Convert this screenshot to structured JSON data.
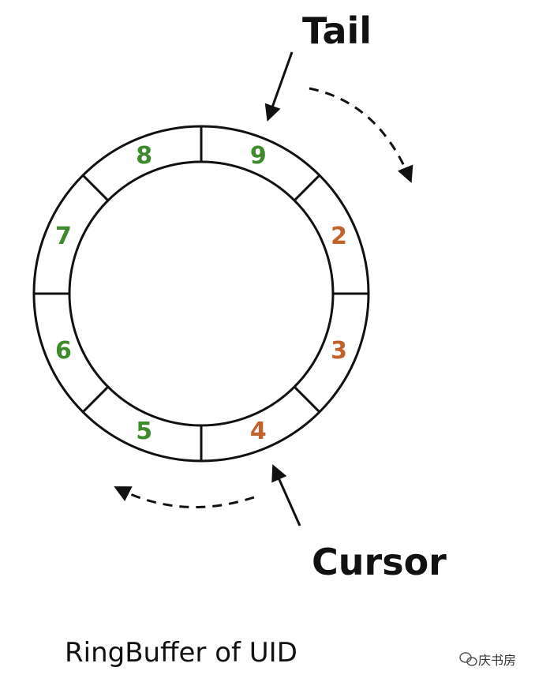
{
  "labels": {
    "tail": "Tail",
    "cursor": "Cursor",
    "caption": "RingBuffer of UID",
    "watermark": "庆书房"
  },
  "ring": {
    "slots": [
      {
        "text": "9",
        "color": "#3f8a2d"
      },
      {
        "text": "2",
        "color": "#c0622a"
      },
      {
        "text": "3",
        "color": "#c0622a"
      },
      {
        "text": "4",
        "color": "#c0622a"
      },
      {
        "text": "5",
        "color": "#3f8a2d"
      },
      {
        "text": "6",
        "color": "#3f8a2d"
      },
      {
        "text": "7",
        "color": "#3f8a2d"
      },
      {
        "text": "8",
        "color": "#3f8a2d"
      }
    ]
  },
  "icons": {
    "watermark": "wechat-icon"
  }
}
